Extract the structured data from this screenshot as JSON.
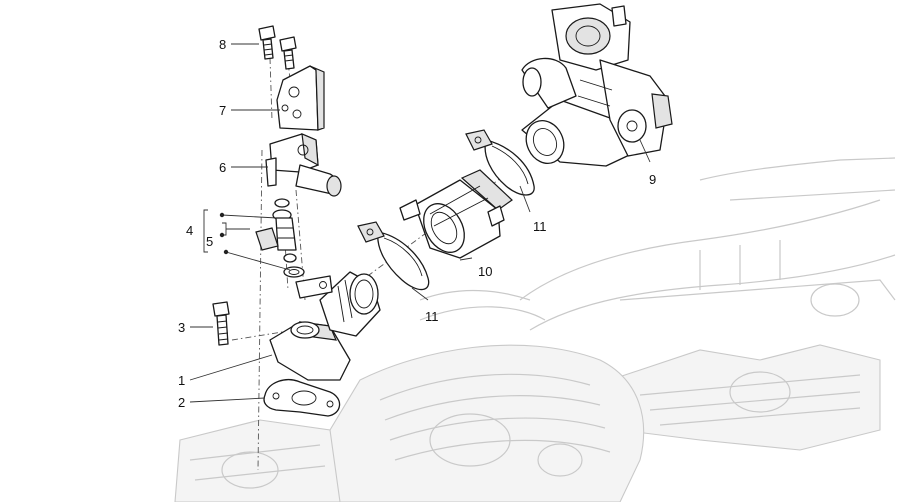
{
  "callouts": [
    {
      "id": "c1",
      "text": "1"
    },
    {
      "id": "c2",
      "text": "2"
    },
    {
      "id": "c3",
      "text": "3"
    },
    {
      "id": "c4",
      "text": "4"
    },
    {
      "id": "c5",
      "text": "5"
    },
    {
      "id": "c6",
      "text": "6"
    },
    {
      "id": "c7",
      "text": "7"
    },
    {
      "id": "c8",
      "text": "8"
    },
    {
      "id": "c9",
      "text": "9"
    },
    {
      "id": "c10",
      "text": "10"
    },
    {
      "id": "c11a",
      "text": "11"
    },
    {
      "id": "c11b",
      "text": "11"
    }
  ]
}
